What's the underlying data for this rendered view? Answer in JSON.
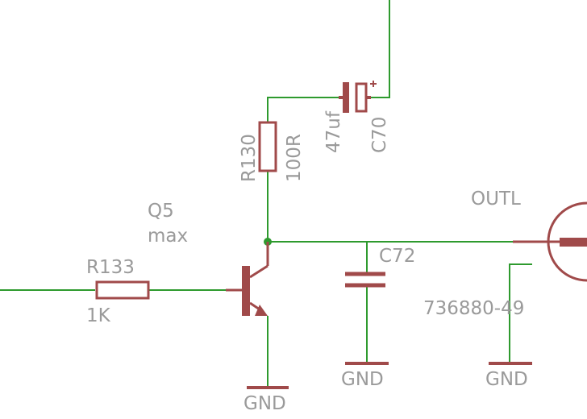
{
  "colors": {
    "wire": "#2e9a2e",
    "component": "#a04a4a",
    "label": "#9a9a9a",
    "junction": "#2e9a2e",
    "background": "#ffffff"
  },
  "components": {
    "capacitor_c70": {
      "name": "C70",
      "value": "47uf",
      "polarity": "+"
    },
    "resistor_r130": {
      "name": "R130",
      "value": "100R"
    },
    "transistor_q5": {
      "name": "Q5",
      "value": "max"
    },
    "resistor_r133": {
      "name": "R133",
      "value": "1K"
    },
    "capacitor_c72": {
      "name": "C72"
    },
    "connector": {
      "name": "OUTL",
      "value": "736880-49"
    }
  },
  "ground_labels": {
    "transistor": "GND",
    "c72": "GND",
    "connector": "GND"
  }
}
